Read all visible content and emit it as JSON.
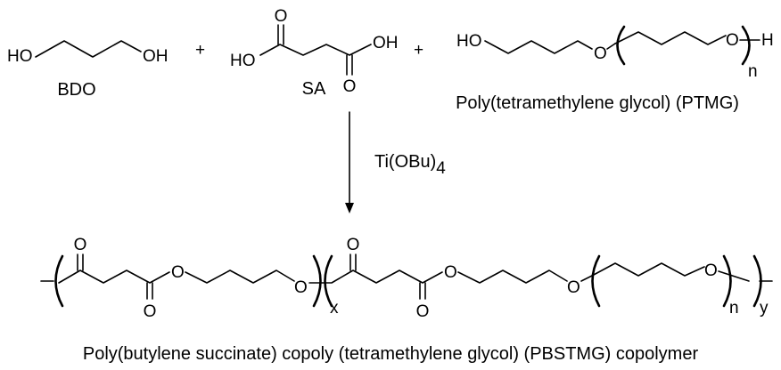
{
  "reactants": {
    "bdo": {
      "label": "BDO",
      "atom_ho": "HO",
      "atom_oh": "OH"
    },
    "sa": {
      "label": "SA",
      "atom_ho": "HO",
      "atom_oh": "OH",
      "atom_o_top": "O",
      "atom_o_bottom": "O"
    },
    "ptmg": {
      "label": "Poly(tetramethylene glycol) (PTMG)",
      "atom_ho": "HO",
      "atom_o1": "O",
      "atom_o2": "O",
      "atom_h": "H",
      "sub_n": "n"
    },
    "plus_1": "+",
    "plus_2": "+"
  },
  "reaction": {
    "catalyst_main": "Ti(OBu)",
    "catalyst_sub": "4"
  },
  "product": {
    "label": "Poly(butylene succinate) copoly (tetramethylene glycol) (PBSTMG) copolymer",
    "atom_o_top_1": "O",
    "atom_o_bottom_1": "O",
    "atom_o_ester_1": "O",
    "atom_o_end_1": "O",
    "sub_x": "x",
    "atom_o_top_2": "O",
    "atom_o_bottom_2": "O",
    "atom_o_ester_2": "O",
    "atom_o_ether_2": "O",
    "atom_o_end_2": "O",
    "sub_n": "n",
    "sub_y": "y"
  }
}
